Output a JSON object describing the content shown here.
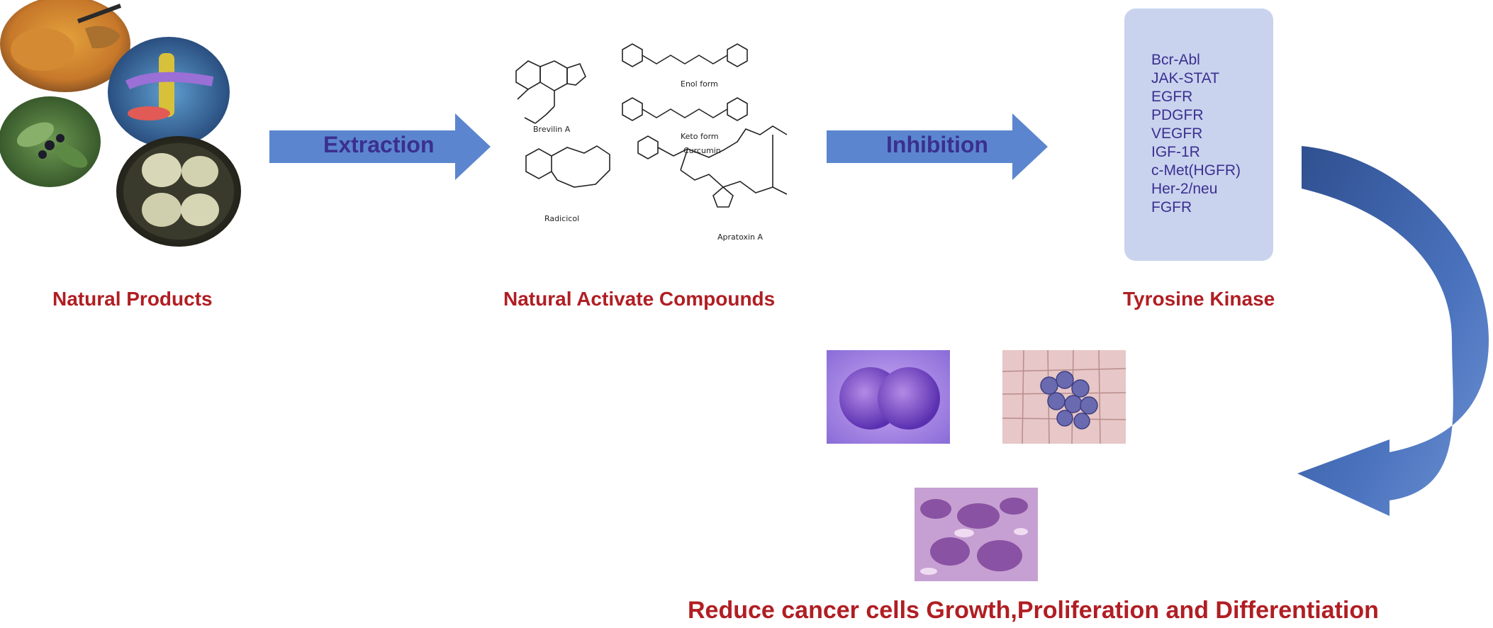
{
  "labels": {
    "natural_products": "Natural Products",
    "natural_compounds": "Natural Activate Compounds",
    "tyrosine_kinase": "Tyrosine Kinase",
    "outcome": "Reduce cancer cells Growth,Proliferation and Differentiation"
  },
  "arrows": {
    "extraction": "Extraction",
    "inhibition": "Inhibition"
  },
  "compounds": {
    "brevilin": "Brevilin A",
    "enol": "Enol form",
    "keto": "Keto form",
    "curcumin": "Curcumin",
    "radicicol": "Radicicol",
    "apratoxin": "Apratoxin A"
  },
  "kinases": [
    "Bcr-Abl",
    "JAK-STAT",
    "EGFR",
    "PDGFR",
    "VEGFR",
    "IGF-1R",
    "c-Met(HGFR)",
    "Her-2/neu",
    "FGFR"
  ],
  "colors": {
    "arrow_blue": "#5b86cf",
    "label_red": "#b01e23",
    "label_purple": "#3b2f8f",
    "box_fill": "#c9d3ee"
  }
}
